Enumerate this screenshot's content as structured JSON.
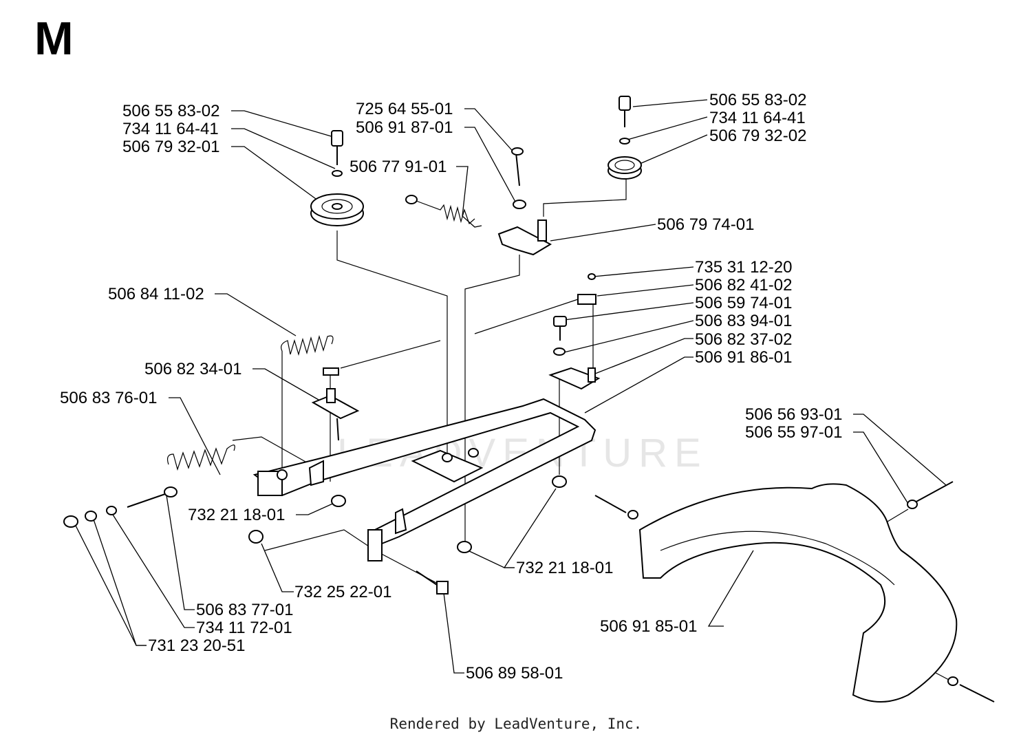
{
  "page": {
    "section_letter": "M",
    "footer": "Rendered by LeadVenture, Inc.",
    "watermark": "LEADVENTURE"
  },
  "labels": [
    {
      "id": "l1",
      "text": "506 55 83-02"
    },
    {
      "id": "l2",
      "text": "734 11 64-41"
    },
    {
      "id": "l3",
      "text": "506 79 32-01"
    },
    {
      "id": "l4",
      "text": "725 64 55-01"
    },
    {
      "id": "l5",
      "text": "506 91 87-01"
    },
    {
      "id": "l6",
      "text": "506 77 91-01"
    },
    {
      "id": "l7",
      "text": "506 55 83-02"
    },
    {
      "id": "l8",
      "text": "734 11 64-41"
    },
    {
      "id": "l9",
      "text": "506 79 32-02"
    },
    {
      "id": "l10",
      "text": "506 79 74-01"
    },
    {
      "id": "l11",
      "text": "735 31 12-20"
    },
    {
      "id": "l12",
      "text": "506 82 41-02"
    },
    {
      "id": "l13",
      "text": "506 59 74-01"
    },
    {
      "id": "l14",
      "text": "506 83 94-01"
    },
    {
      "id": "l15",
      "text": "506 82 37-02"
    },
    {
      "id": "l16",
      "text": "506 91 86-01"
    },
    {
      "id": "l17",
      "text": "506 84 11-02"
    },
    {
      "id": "l18",
      "text": "506 82 34-01"
    },
    {
      "id": "l19",
      "text": "506 83 76-01"
    },
    {
      "id": "l20",
      "text": "506 56 93-01"
    },
    {
      "id": "l21",
      "text": "506 55 97-01"
    },
    {
      "id": "l22",
      "text": "732 21 18-01"
    },
    {
      "id": "l23",
      "text": "732 21 18-01"
    },
    {
      "id": "l24",
      "text": "732 25 22-01"
    },
    {
      "id": "l25",
      "text": "506 83 77-01"
    },
    {
      "id": "l26",
      "text": "734 11 72-01"
    },
    {
      "id": "l27",
      "text": "731 23 20-51"
    },
    {
      "id": "l28",
      "text": "506 91 85-01"
    },
    {
      "id": "l29",
      "text": "506 89 58-01"
    }
  ]
}
